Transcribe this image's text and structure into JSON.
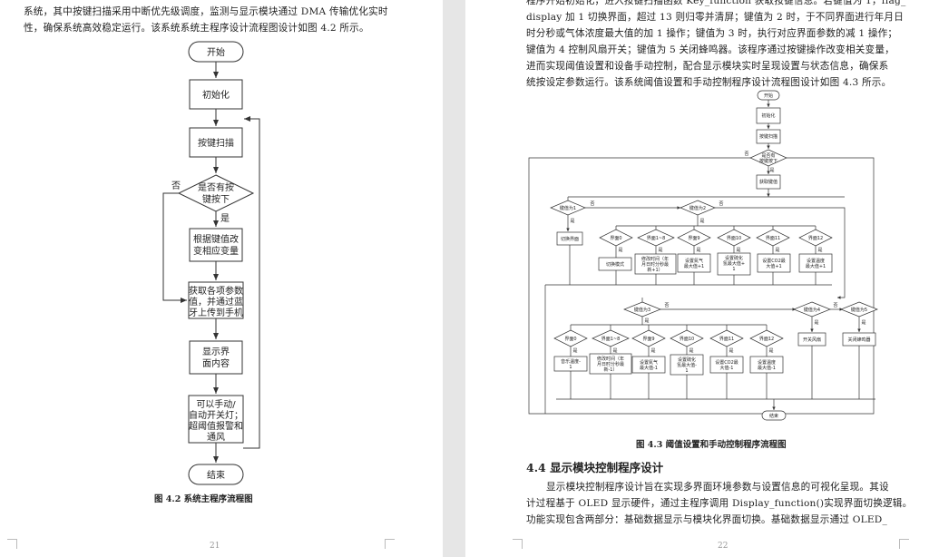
{
  "left_page": {
    "paragraph": [
      "系统，其中按键扫描采用中断优先级调度，监测与显示模块通过 DMA 传输优化实时",
      "性，确保系统高效稳定运行。该系统系统主程序设计流程图设计如图 4.2 所示。"
    ],
    "flowchart": {
      "start": "开始",
      "init": "初始化",
      "scan": "按键扫描",
      "decision": [
        "是否有按",
        "键按下"
      ],
      "no": "否",
      "yes": "是",
      "change_var": [
        "根据键值改",
        "变相应变量"
      ],
      "acquire": [
        "获取各项参数",
        "值，并通过蓝",
        "牙上传到手机"
      ],
      "display": [
        "显示界",
        "面内容"
      ],
      "manual": [
        "可以手动/",
        "自动开关灯；",
        "超阈值报警和",
        "通风"
      ],
      "end": "结束"
    },
    "caption": "图 4.2 系统主程序流程图",
    "page_number": "21"
  },
  "right_page": {
    "paragraph": [
      "程序开始初始化，进入按键扫描函数 Key_function 获取按键信息。若键值为 1，flag_",
      "display 加 1 切换界面，超过 13 则归零并清屏；键值为 2 时，于不同界面进行年月日",
      "时分秒或气体浓度最大值的加 1 操作；键值为 3 时，执行对应界面参数的减 1 操作；",
      "键值为 4 控制风扇开关；键值为 5 关闭蜂鸣器。该程序通过按键操作改变相关变量，",
      "进而实现阈值设置和设备手动控制，配合显示模块实时呈现设置与状态信息，确保系",
      "统按设定参数运行。该系统阈值设置和手动控制程序设计流程图设计如图 4.3 所示。"
    ],
    "flowchart": {
      "start": "开始",
      "init": "初始化",
      "scan": "按键扫描",
      "decision": [
        "是否有",
        "按键按下"
      ],
      "get_key": "获取键值",
      "key1": "键值为1",
      "key2": "键值为2",
      "key3": "键值为3",
      "key4": "键值为4",
      "key5": "键值为5",
      "yes": "是",
      "no": "否",
      "switch_screen": "切换界面",
      "screens_a": [
        "界面0",
        "界面1~8",
        "界面9",
        "界面10",
        "界面11",
        "界面12"
      ],
      "actions_a": [
        [
          "切换模式"
        ],
        [
          "修改时间（年",
          "月日时分秒最",
          "新+1）"
        ],
        [
          "设置氮气",
          "最大值+1"
        ],
        [
          "设置硫化",
          "氢最大值+",
          "1"
        ],
        [
          "设置CO2最",
          "大值+1"
        ],
        [
          "设置温度",
          "最大值+1"
        ]
      ],
      "screens_b": [
        "界面0",
        "界面1~8",
        "界面9",
        "界面10",
        "界面11",
        "界面12"
      ],
      "actions_b": [
        [
          "音乐温度-",
          "1"
        ],
        [
          "修改时间（年",
          "月日时分秒最",
          "新-1）"
        ],
        [
          "设置氮气",
          "最大值-1"
        ],
        [
          "设置硫化",
          "氢最大值-",
          "1"
        ],
        [
          "设置CO2最",
          "大值-1"
        ],
        [
          "设置温度",
          "最大值-1"
        ]
      ],
      "fan": "开关风扇",
      "buzzer": "关闭蜂鸣器",
      "end": "结束"
    },
    "caption": "图 4.3 阈值设置和手动控制程序流程图",
    "section_heading": "4.4  显示模块控制程序设计",
    "section_paragraph": [
      "显示模块控制程序设计旨在实现多界面环境参数与设置信息的可视化呈现。其设",
      "计过程基于 OLED 显示硬件，通过主程序调用 Display_function()实现界面切换逻辑。",
      "功能实现包含两部分：基础数据显示与模块化界面切换。基础数据显示通过 OLED_"
    ],
    "page_number": "22"
  }
}
